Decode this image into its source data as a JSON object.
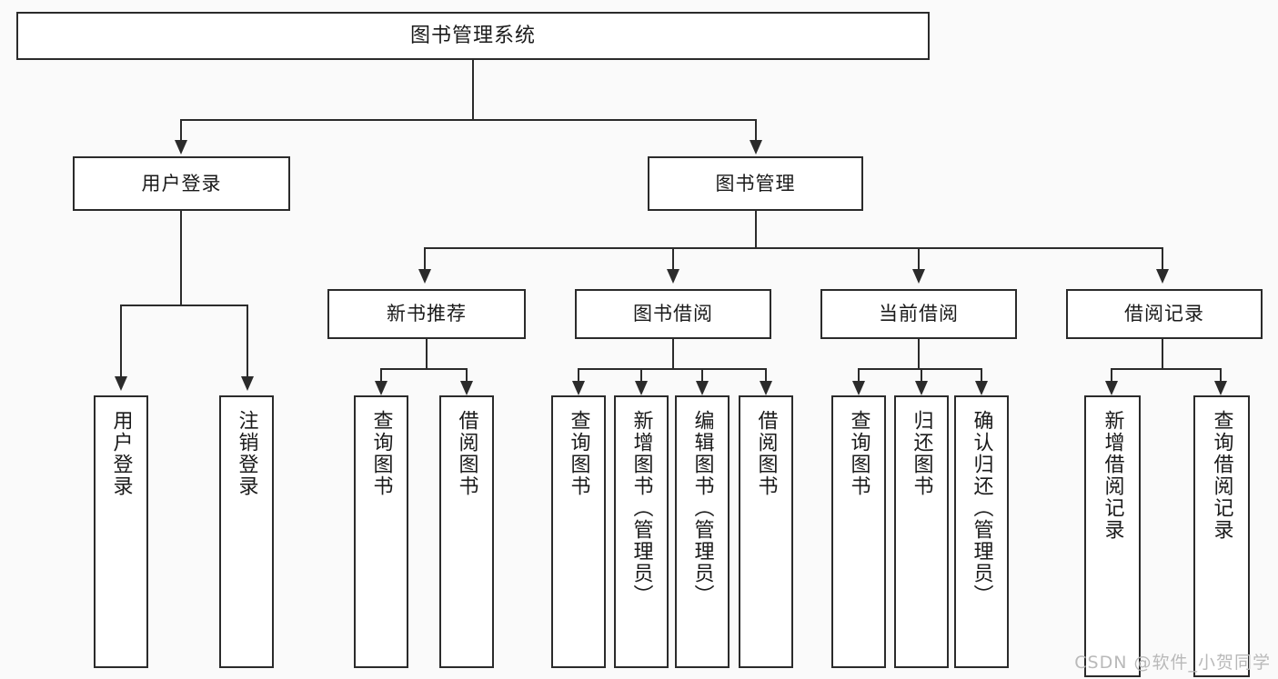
{
  "diagram": {
    "title": "图书管理系统",
    "type": "hierarchy-tree",
    "watermark": "CSDN @软件_小贺同学",
    "root": {
      "label": "图书管理系统"
    },
    "level1": [
      {
        "label": "用户登录"
      },
      {
        "label": "图书管理"
      }
    ],
    "level2": [
      {
        "label": "新书推荐"
      },
      {
        "label": "图书借阅"
      },
      {
        "label": "当前借阅"
      },
      {
        "label": "借阅记录"
      }
    ],
    "leaves": {
      "user_login": [
        {
          "label": "用户登录"
        },
        {
          "label": "注销登录"
        }
      ],
      "new_book": [
        {
          "label": "查询图书"
        },
        {
          "label": "借阅图书"
        }
      ],
      "borrow_book": [
        {
          "label": "查询图书"
        },
        {
          "label": "新增图书（管理员）"
        },
        {
          "label": "编辑图书（管理员）"
        },
        {
          "label": "借阅图书"
        }
      ],
      "current_borrow": [
        {
          "label": "查询图书"
        },
        {
          "label": "归还图书"
        },
        {
          "label": "确认归还（管理员）"
        }
      ],
      "borrow_record": [
        {
          "label": "新增借阅记录"
        },
        {
          "label": "查询借阅记录"
        }
      ]
    },
    "colors": {
      "background": "#fafafa",
      "node_fill": "#ffffff",
      "stroke": "#2b2b2b",
      "text": "#1a1a1a",
      "watermark": "#b9b9b9"
    }
  }
}
